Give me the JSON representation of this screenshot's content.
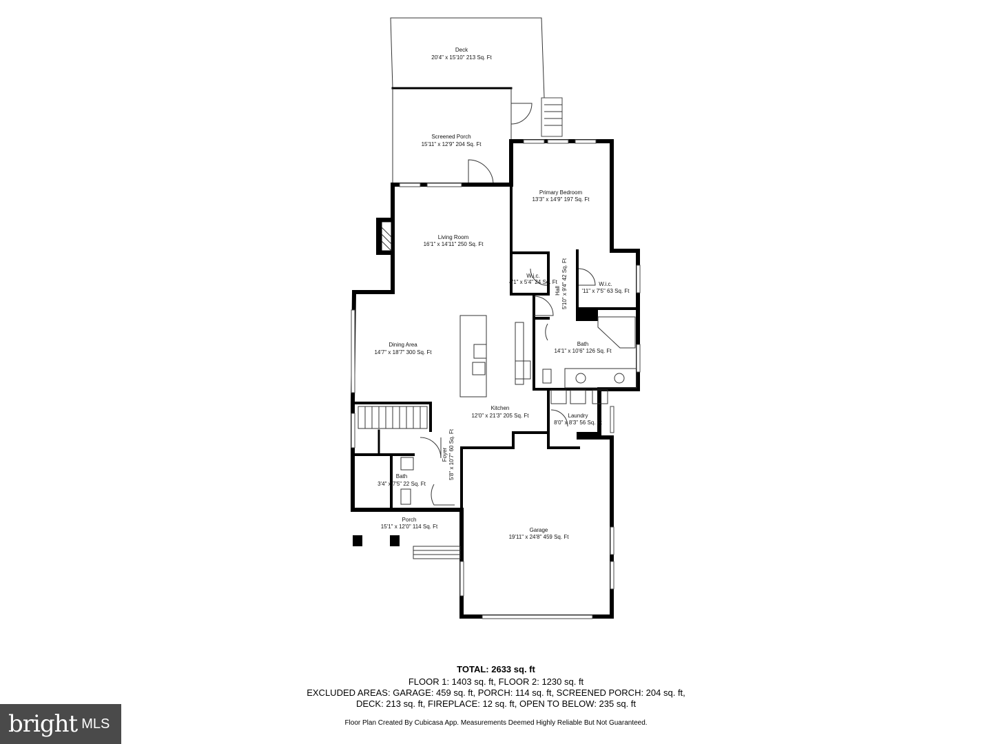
{
  "rooms": {
    "deck": {
      "name": "Deck",
      "dims": "20'4\" x 15'10\" 213 Sq. Ft"
    },
    "screened_porch": {
      "name": "Screened Porch",
      "dims": "15'11\" x 12'9\" 204 Sq. Ft"
    },
    "primary_bedroom": {
      "name": "Primary Bedroom",
      "dims": "13'3\" x 14'9\" 197 Sq. Ft"
    },
    "living_room": {
      "name": "Living Room",
      "dims": "16'1\" x 14'11\" 250 Sq. Ft"
    },
    "wic_left": {
      "name": "W.i.c.",
      "dims": "4'1\" x 5'4\" 24 Sq. Ft"
    },
    "wic_right": {
      "name": "W.i.c.",
      "dims": "'11\" x 7'5\" 63 Sq. Ft"
    },
    "hall": {
      "name": "Hall",
      "dims": "5'10\" x 9'4\" 42 Sq. Ft"
    },
    "dining_area": {
      "name": "Dining Area",
      "dims": "14'7\" x 18'7\" 300 Sq. Ft"
    },
    "bath_primary": {
      "name": "Bath",
      "dims": "14'1\" x 10'6\" 126 Sq. Ft"
    },
    "kitchen": {
      "name": "Kitchen",
      "dims": "12'0\" x 21'3\" 205 Sq. Ft"
    },
    "laundry": {
      "name": "Laundry",
      "dims": "8'0\" x 8'3\" 56 Sq. Ft"
    },
    "foyer": {
      "name": "Foyer",
      "dims": "5'8\" x 10'7\" 60 Sq. Ft"
    },
    "bath_half": {
      "name": "Bath",
      "dims": "3'4\" x 7'5\" 22 Sq. Ft"
    },
    "porch": {
      "name": "Porch",
      "dims": "15'1\" x 12'0\" 114 Sq. Ft"
    },
    "garage": {
      "name": "Garage",
      "dims": "19'11\" x 24'8\" 459 Sq. Ft"
    }
  },
  "summary": {
    "total": "TOTAL: 2633 sq. ft",
    "floors": "FLOOR 1: 1403 sq. ft, FLOOR 2: 1230 sq. ft",
    "excluded_1": "EXCLUDED AREAS: GARAGE: 459 sq. ft, PORCH: 114 sq. ft, SCREENED PORCH: 204 sq. ft,",
    "excluded_2": "DECK: 213 sq. ft, FIREPLACE: 12 sq. ft, OPEN TO BELOW: 235 sq. ft",
    "credit": "Floor Plan Created By Cubicasa App. Measurements Deemed Highly Reliable But Not Guaranteed."
  },
  "logo": {
    "brand": "bright",
    "suffix": "MLS"
  }
}
